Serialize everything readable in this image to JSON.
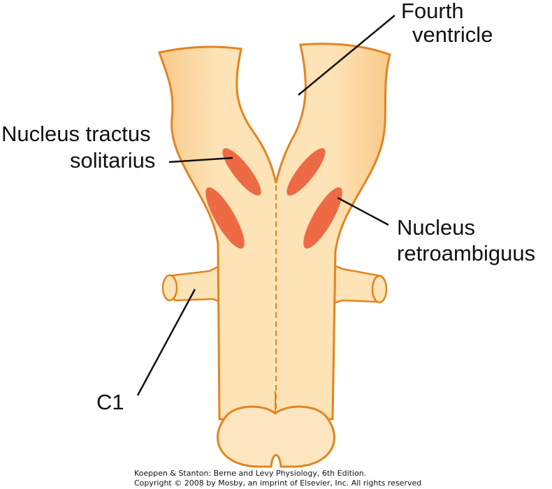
{
  "labels": {
    "fourth_ventricle_1": "Fourth",
    "fourth_ventricle_2": "ventricle",
    "nts_1": "Nucleus tractus",
    "nts_2": "solitarius",
    "nra_1": "Nucleus",
    "nra_2": "retroambiguus",
    "c1": "C1"
  },
  "credit": {
    "line1": "Koeppen & Stanton: Berne and Levy Physiology, 6th Edition.",
    "line2": "Copyright © 2008 by Mosby, an imprint of Elsevier, Inc. All rights reserved"
  },
  "colors": {
    "fill": "#fde3b6",
    "outline": "#e3841f",
    "nucleus": "#ee6a45"
  }
}
